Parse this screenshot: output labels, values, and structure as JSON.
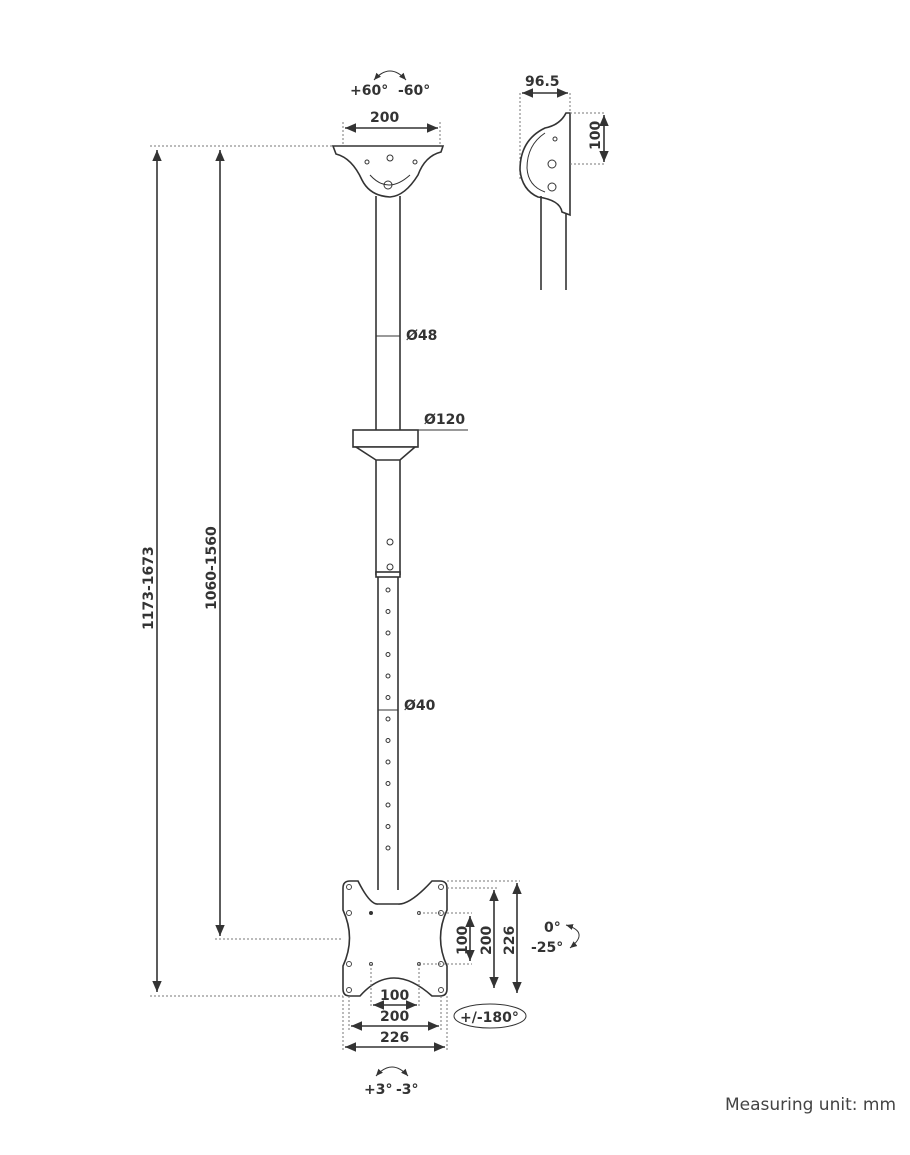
{
  "top_rotation": {
    "plus": "+60°",
    "minus": "-60°"
  },
  "top_plate_width": "200",
  "side_view": {
    "depth": "96.5",
    "height": "100"
  },
  "upper_tube_diameter": "Ø48",
  "collar_diameter": "Ø120",
  "lower_tube_diameter": "Ø40",
  "total_height": "1173-1673",
  "pole_height": "1060-1560",
  "vesa": {
    "vertical": [
      "100",
      "200",
      "226"
    ],
    "horizontal": [
      "100",
      "200",
      "226"
    ]
  },
  "tilt": {
    "up": "0°",
    "down": "-25°"
  },
  "rotation": "+/-180°",
  "level": {
    "plus": "+3°",
    "minus": "-3°"
  },
  "measuring_unit": "Measuring unit: mm"
}
